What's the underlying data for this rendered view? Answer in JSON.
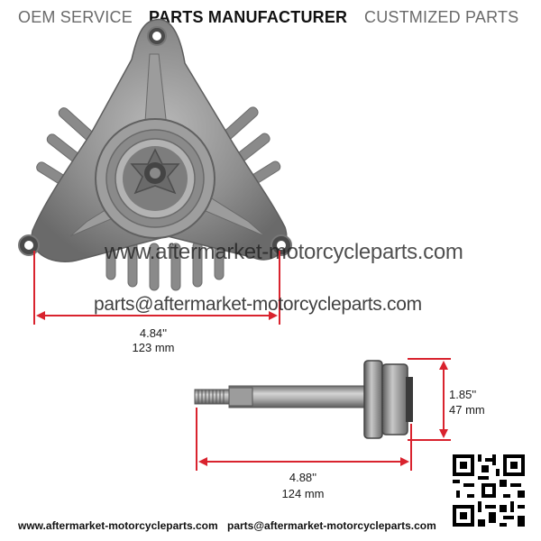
{
  "header": {
    "items": [
      {
        "label": "OEM SERVICE",
        "style": "light"
      },
      {
        "label": "PARTS MANUFACTURER",
        "style": "bold"
      },
      {
        "label": "CUSTMIZED PARTS",
        "style": "light"
      }
    ]
  },
  "watermarks": {
    "site": "www.aftermarket-motorcycleparts.com",
    "email": "parts@aftermarket-motorcycleparts.com"
  },
  "dimensions": {
    "spindle_width": {
      "inch": "4.84''",
      "mm": "123 mm"
    },
    "pulley_diameter": {
      "inch": "1.85''",
      "mm": "47 mm"
    },
    "shaft_length": {
      "inch": "4.88''",
      "mm": "124 mm"
    }
  },
  "footer": {
    "website": "www.aftermarket-motorcycleparts.com",
    "email": "parts@aftermarket-motorcycleparts.com"
  },
  "colors": {
    "dimension_line": "#d9232e",
    "part_grey": "#8c8c8c",
    "header_bold": "#111111",
    "header_light": "#6a6a6a"
  },
  "icons": {
    "qr": "qr-code-icon"
  }
}
